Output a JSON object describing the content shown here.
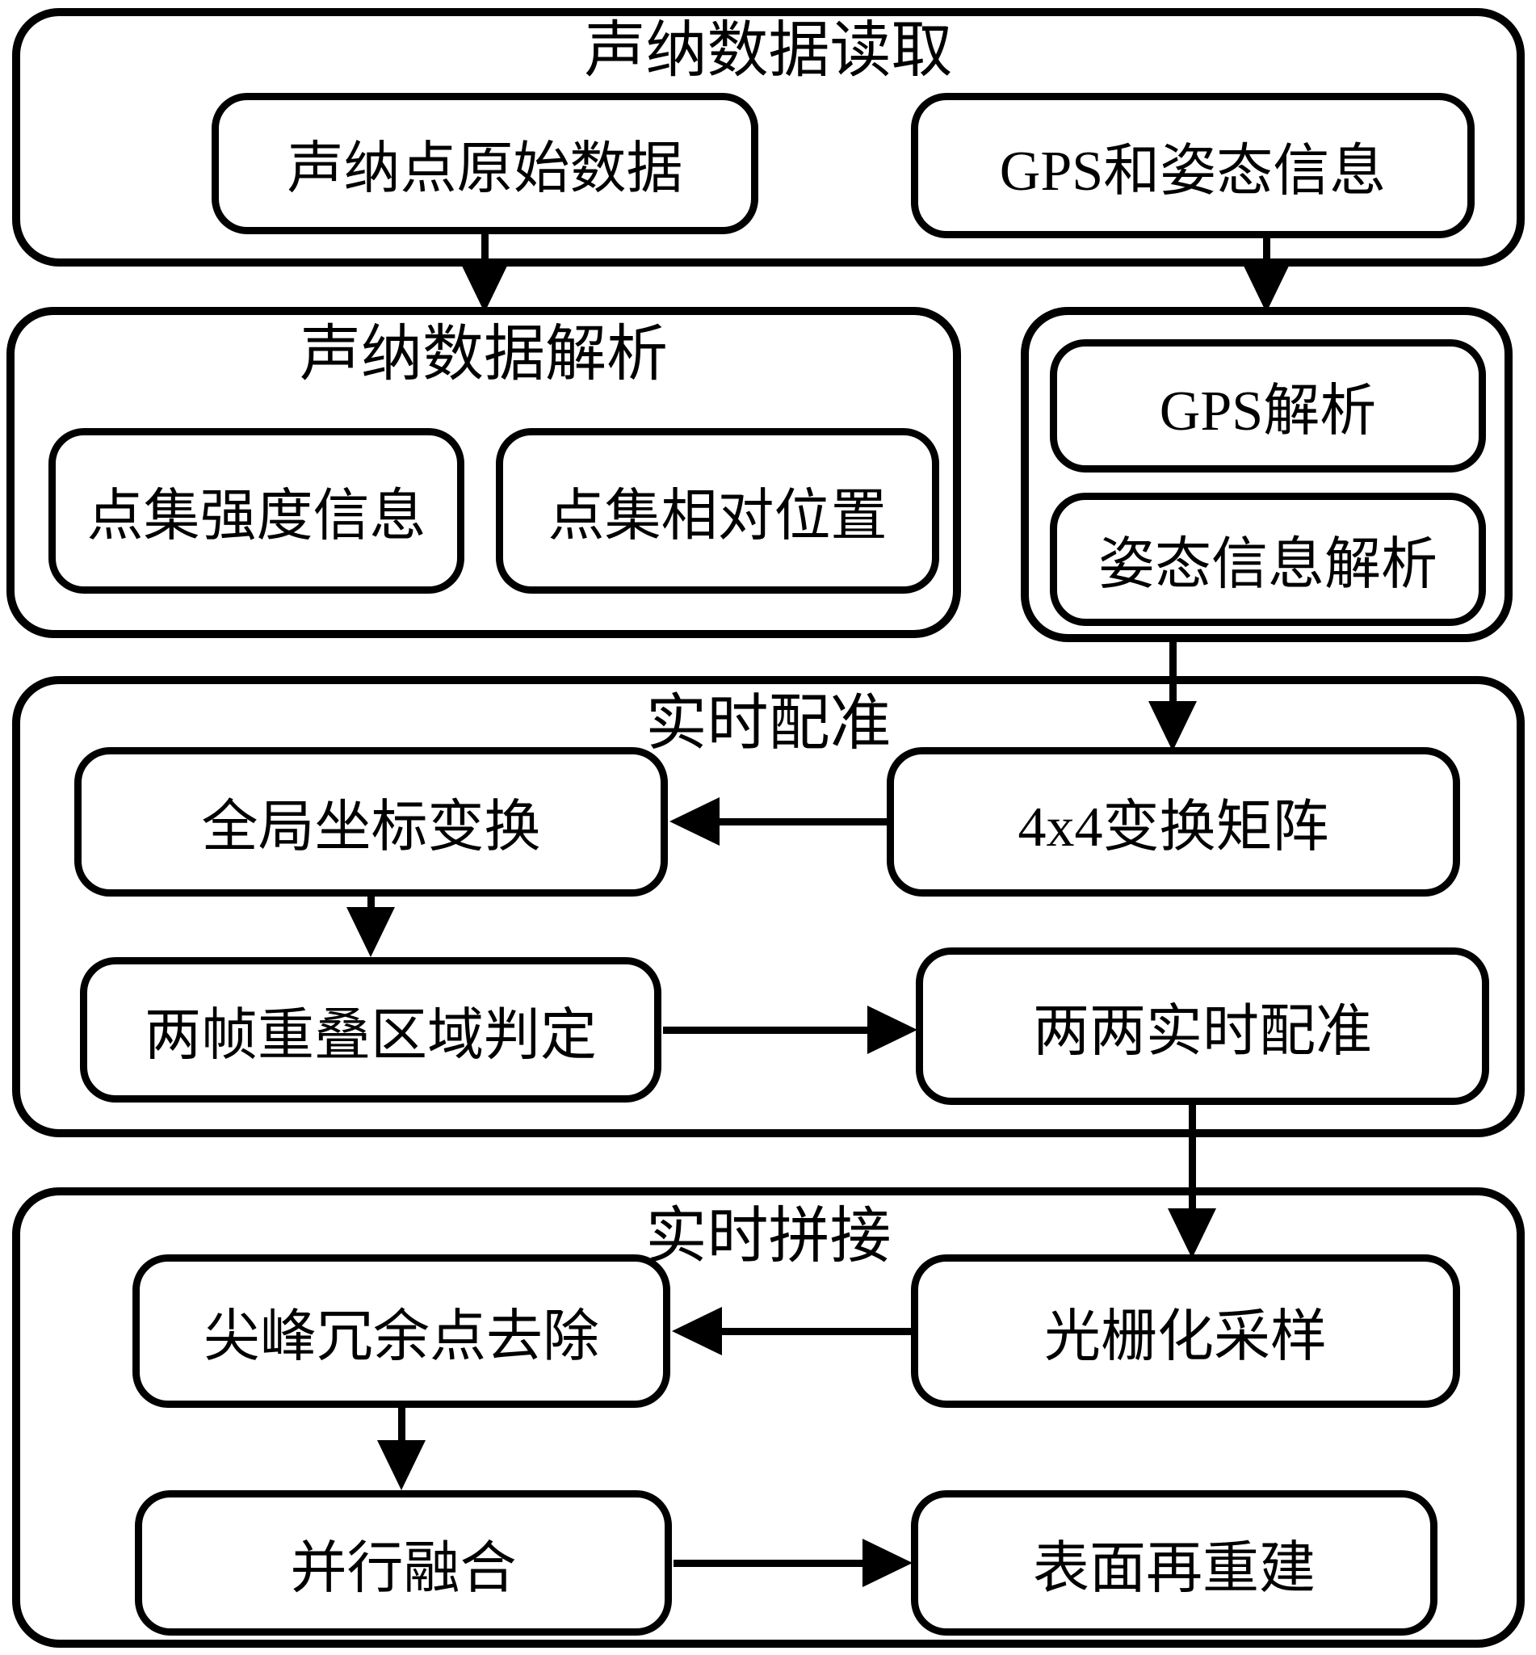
{
  "colors": {
    "stroke": "#000000",
    "background": "#ffffff"
  },
  "sections": {
    "read": {
      "title": "声纳数据读取",
      "raw_data": "声纳点原始数据",
      "gps_attitude": "GPS和姿态信息"
    },
    "parse": {
      "title": "声纳数据解析",
      "intensity": "点集强度信息",
      "relative_position": "点集相对位置"
    },
    "gps_group": {
      "gps_parse": "GPS解析",
      "attitude_parse": "姿态信息解析"
    },
    "registration": {
      "title": "实时配准",
      "global_transform": "全局坐标变换",
      "matrix_4x4": "4x4变换矩阵",
      "overlap_judge": "两帧重叠区域判定",
      "pairwise": "两两实时配准"
    },
    "stitching": {
      "title": "实时拼接",
      "spike_removal": "尖峰冗余点去除",
      "rasterize": "光栅化采样",
      "parallel_fusion": "并行融合",
      "surface_rebuild": "表面再重建"
    }
  }
}
